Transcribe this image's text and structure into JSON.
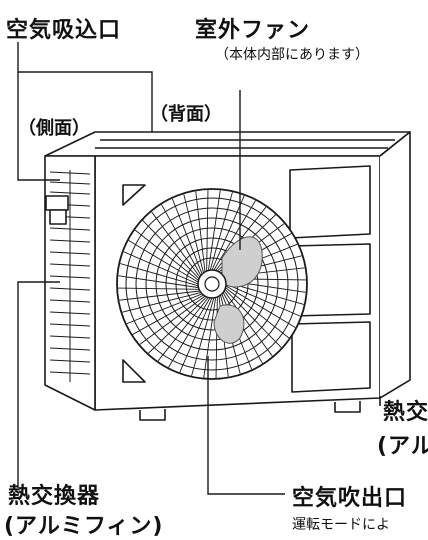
{
  "labels": {
    "air_intake": "空気吸込口",
    "outdoor_fan": "室外ファン",
    "outdoor_fan_note": "（本体内部にあります）",
    "back": "（背面）",
    "side": "（側面）",
    "heat_exchanger_left_1": "熱交換器",
    "heat_exchanger_left_2": "(アルミフィン)",
    "heat_exchanger_right_1": "熱交",
    "heat_exchanger_right_2": "(アル",
    "air_outlet": "空気吹出口",
    "air_outlet_note": "運転モードによ"
  },
  "colors": {
    "line": "#1a1a1a",
    "fan_blade": "#cfcfcf",
    "body": "#ffffff"
  }
}
